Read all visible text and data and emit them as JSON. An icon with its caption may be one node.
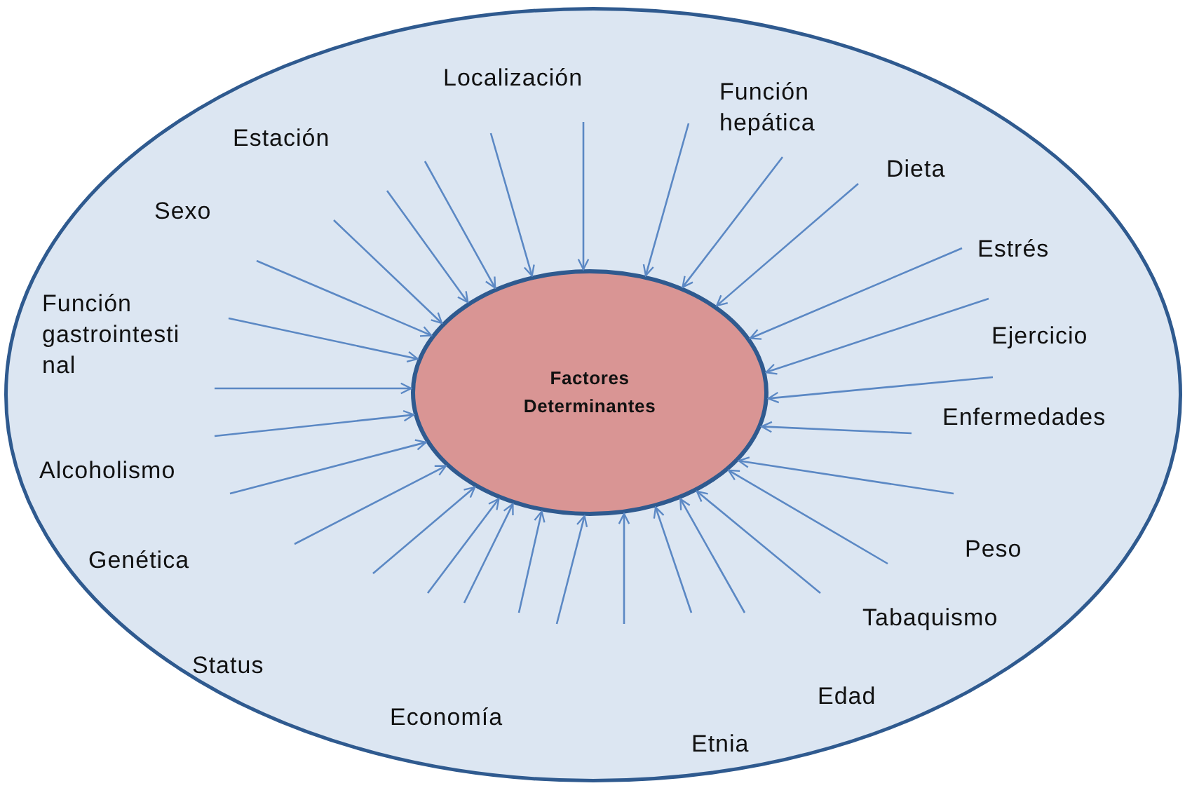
{
  "diagram": {
    "nodes": [
      {
        "text": [],
        "shape": "ellipse"
      },
      {
        "text": [
          "Factores Determinantes"
        ],
        "in": 0
      }
    ],
    "edges": [
      {
        "from": null,
        "to": 1,
        "arrow": "to"
      },
      {
        "from": null,
        "to": 1,
        "arrow": "to"
      },
      {
        "from": null,
        "to": 1,
        "arrow": "to"
      },
      {
        "from": null,
        "to": 1,
        "arrow": "to"
      },
      {
        "from": null,
        "to": 1,
        "arrow": "to"
      },
      {
        "from": null,
        "to": 1,
        "arrow": "to"
      },
      {
        "from": null,
        "to": 1,
        "arrow": "to"
      },
      {
        "from": null,
        "to": 1,
        "arrow": "to"
      },
      {
        "from": null,
        "to": 1,
        "arrow": "to"
      },
      {
        "from": null,
        "to": 1,
        "arrow": "to"
      },
      {
        "from": null,
        "to": 1,
        "arrow": "to"
      },
      {
        "from": null,
        "to": 1,
        "arrow": "to"
      },
      {
        "from": null,
        "to": 1,
        "arrow": "to"
      },
      {
        "from": null,
        "to": 1,
        "arrow": "to"
      },
      {
        "from": null,
        "to": 1,
        "arrow": "to"
      },
      {
        "from": null,
        "to": 1,
        "arrow": "to"
      },
      {
        "from": null,
        "to": 1,
        "arrow": "to"
      },
      {
        "from": null,
        "to": 1,
        "arrow": "to"
      },
      {
        "from": null,
        "to": 1,
        "arrow": "to"
      },
      {
        "from": null,
        "to": 1,
        "arrow": "to"
      },
      {
        "from": null,
        "to": 1,
        "arrow": "to"
      },
      {
        "from": null,
        "to": 1,
        "arrow": "to"
      },
      {
        "from": null,
        "to": 1,
        "arrow": "to"
      },
      {
        "from": null,
        "to": 1,
        "arrow": "to"
      },
      {
        "from": null,
        "to": 1,
        "arrow": "to"
      },
      {
        "from": null,
        "to": 1,
        "arrow": "to"
      },
      {
        "from": null,
        "to": 1,
        "arrow": "to"
      },
      {
        "from": null,
        "to": 1,
        "arrow": "to"
      },
      {
        "from": null,
        "to": 1,
        "arrow": "to"
      }
    ],
    "labels": [
      "Localización",
      "Función hepática",
      "Estación",
      "Dieta",
      "Sexo",
      "Estrés",
      "Función gastrointesti nal",
      "Ejercicio",
      "Enfermedades",
      "Alcoholismo",
      "Genética",
      "Peso",
      "Tabaquismo",
      "Status",
      "Edad",
      "Economía",
      "Etnia"
    ]
  }
}
